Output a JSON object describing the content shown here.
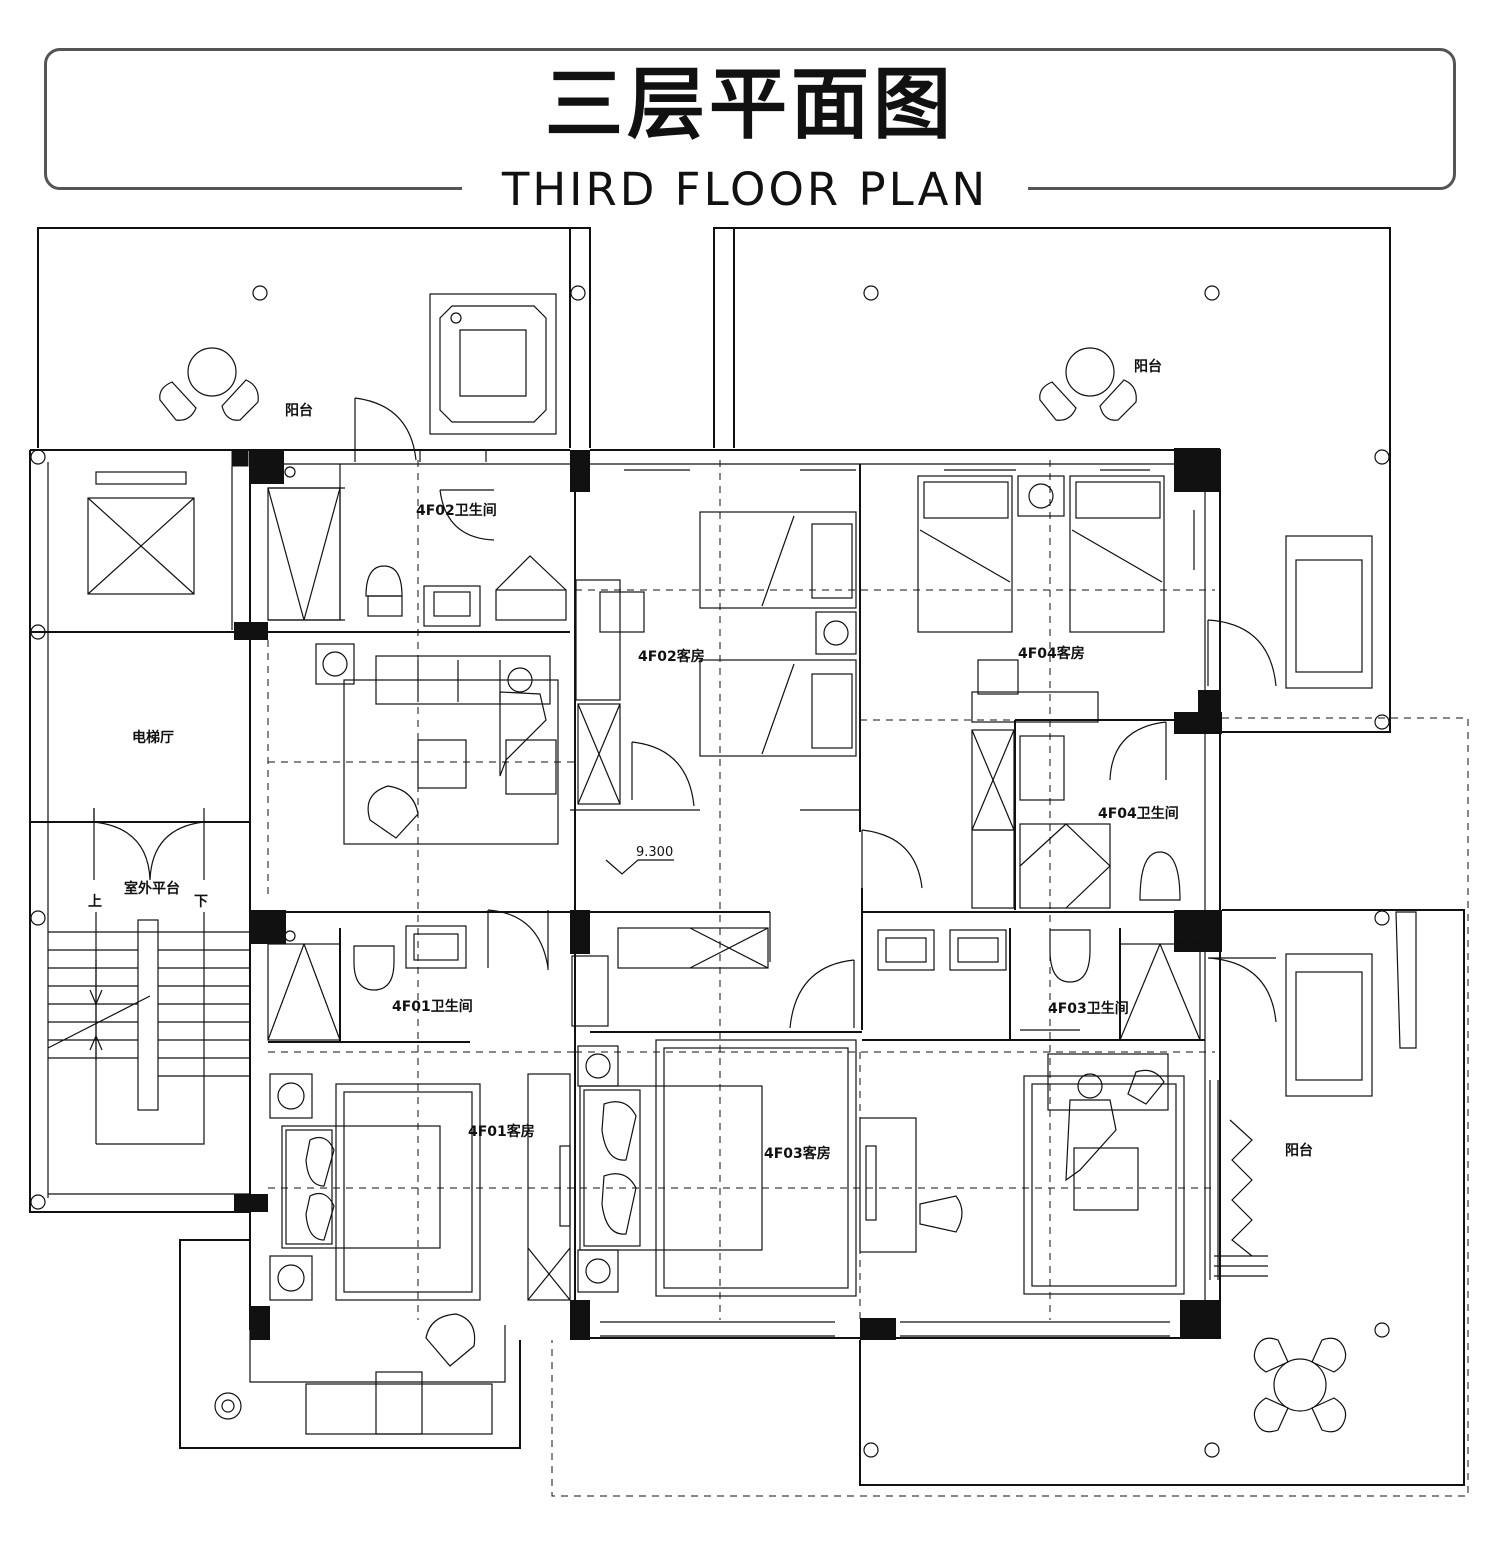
{
  "header": {
    "title_cn": "三层平面图",
    "title_en": "THIRD FLOOR PLAN"
  },
  "rooms": {
    "balcony_nw": "阳台",
    "balcony_ne": "阳台",
    "balcony_se": "阳台",
    "bath_4f02": "4F02卫生间",
    "guest_4f02": "4F02客房",
    "guest_4f04": "4F04客房",
    "bath_4f04": "4F04卫生间",
    "elevator_hall": "电梯厅",
    "outdoor_platform": "室外平台",
    "stair_up": "上",
    "stair_down": "下",
    "bath_4f01": "4F01卫生间",
    "guest_4f01": "4F01客房",
    "guest_4f03": "4F03客房",
    "bath_4f03": "4F03卫生间"
  },
  "level_mark": "9.300"
}
